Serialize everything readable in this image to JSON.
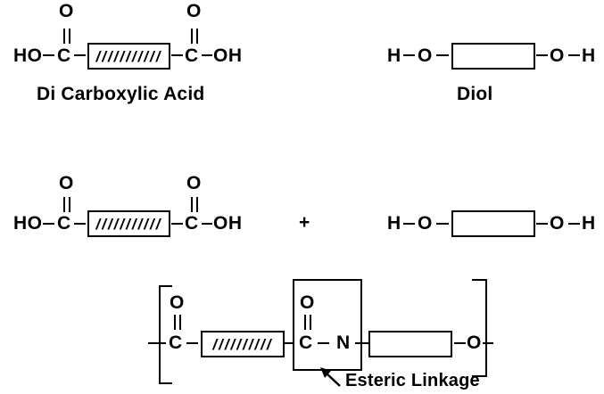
{
  "colors": {
    "ink": "#000000",
    "background": "#ffffff"
  },
  "row_reactants": {
    "dicarboxylic_acid": {
      "label": "Di Carboxylic Acid",
      "ho_left": "HO",
      "c_left": "C",
      "o_top_left": "O",
      "backbone_hatch": "///////////",
      "c_right": "C",
      "o_top_right": "O",
      "oh_right": "OH"
    },
    "diol": {
      "label": "Diol",
      "h_left": "H",
      "o_left": "O",
      "o_right": "O",
      "h_right": "H"
    }
  },
  "row_reaction": {
    "dicarboxylic_acid": {
      "ho_left": "HO",
      "c_left": "C",
      "o_top_left": "O",
      "backbone_hatch": "///////////",
      "c_right": "C",
      "o_top_right": "O",
      "oh_right": "OH"
    },
    "plus_sign": "+",
    "diol": {
      "h_left": "H",
      "o_left": "O",
      "o_right": "O",
      "h_right": "H"
    }
  },
  "row_product": {
    "carbonyl": {
      "o_top": "O",
      "c": "C"
    },
    "backbone_hatch": "//////////",
    "esteric_box": {
      "o_top": "O",
      "c": "C",
      "n": "N"
    },
    "o_right": "O",
    "annotation": "Esteric Linkage"
  }
}
